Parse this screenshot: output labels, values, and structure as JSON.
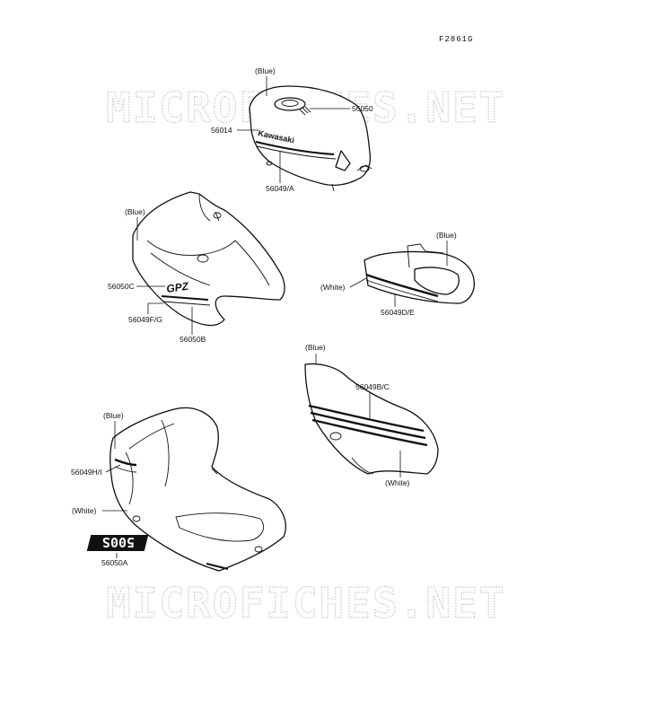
{
  "figure_id": "F2861G",
  "watermark": "MICROFICHES.NET",
  "labels": {
    "tank_blue": "(Blue)",
    "p56050": "56050",
    "p56014": "56014",
    "p56049A": "56049/A",
    "fairing_blue": "(Blue)",
    "p56050C": "56050C",
    "p56049FG": "56049F/G",
    "p56050B": "56050B",
    "tail_blue": "(Blue)",
    "tail_white": "(White)",
    "p56049DE": "56049D/E",
    "side_blue": "(Blue)",
    "p56049BC": "56049B/C",
    "side_white": "(White)",
    "lower_blue": "(Blue)",
    "p56049HI": "56049H/I",
    "lower_white": "(White)",
    "p56050A": "56050A"
  },
  "decal_text": {
    "kawasaki": "Kawasaki",
    "gpz": "GPZ",
    "emblem": "500S"
  }
}
